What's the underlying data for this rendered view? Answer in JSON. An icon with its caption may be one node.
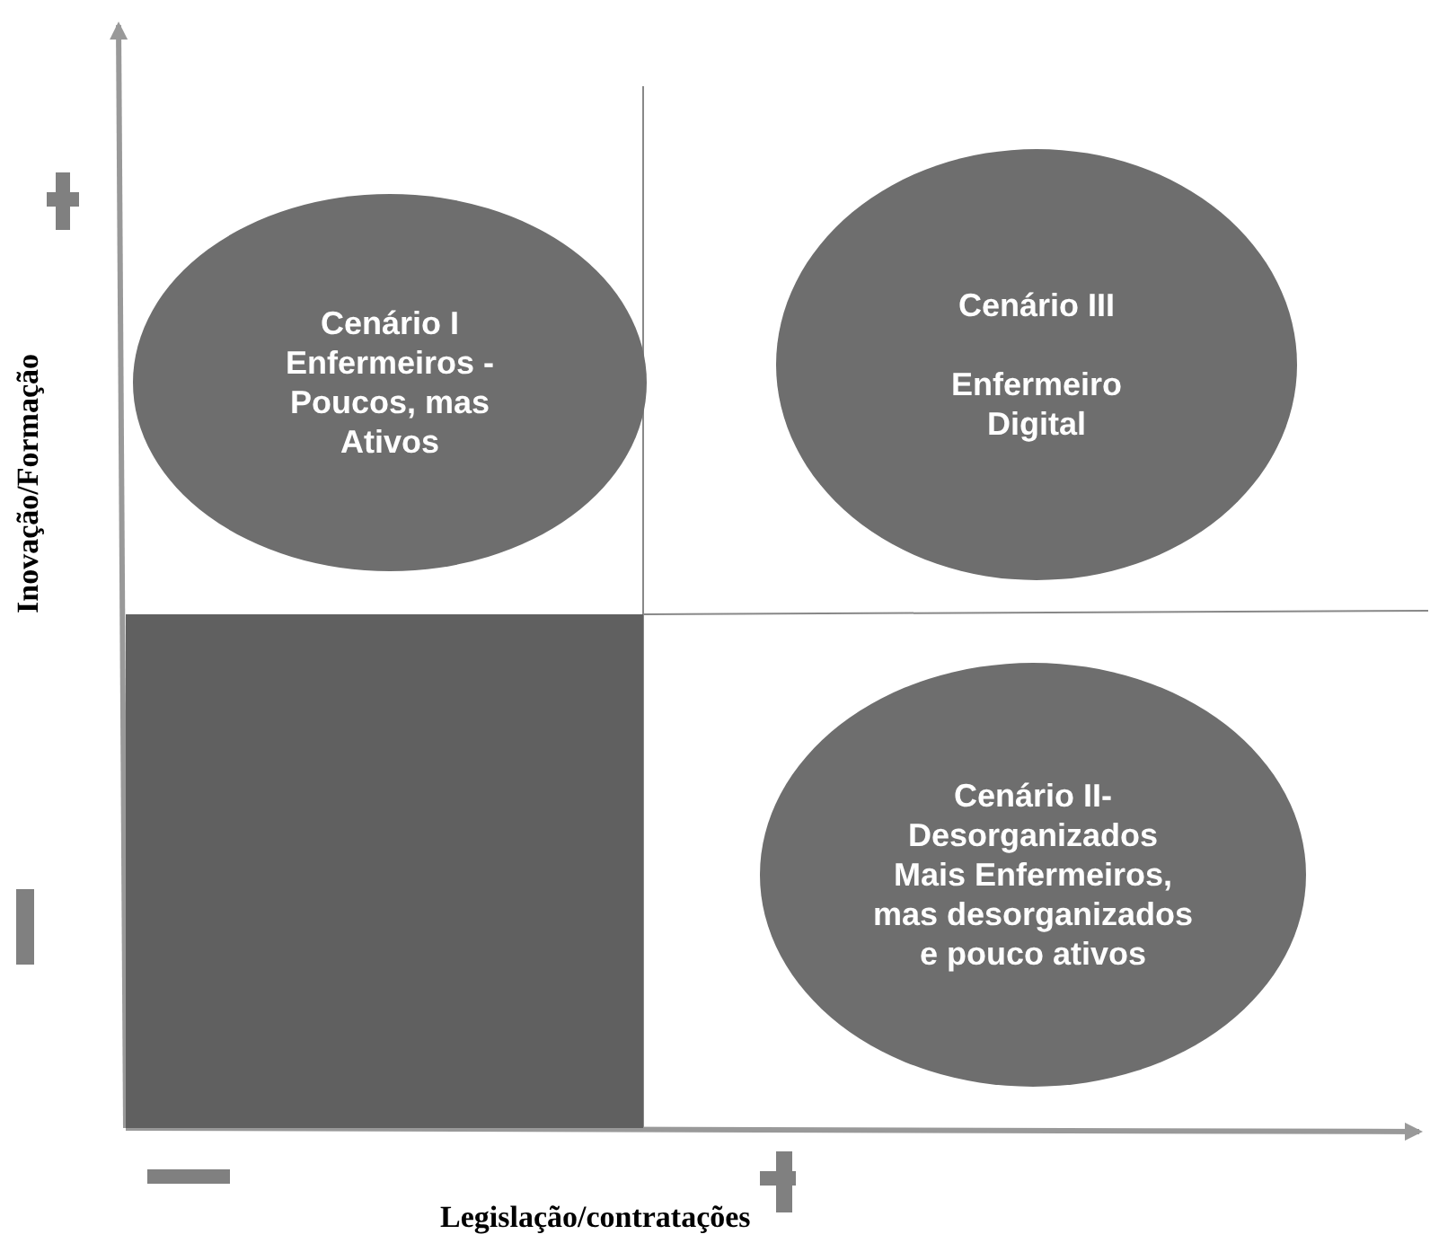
{
  "diagram": {
    "nodes": [
      {
        "text": [
          "Cenário I Enfermeiros - Poucos, mas Ativos"
        ]
      },
      {
        "text": [
          "Cenário III",
          "Enfermeiro Digital"
        ]
      },
      {
        "text": [
          "Cenário II- Desorganizados",
          "Mais Enfermeiros, mas desorganizados e pouco ativos"
        ]
      },
      {
        "text": [],
        "shape": "box"
      }
    ],
    "edges": [],
    "labels": [
      "Inovação/Formação",
      "Legislação/contratações"
    ]
  }
}
